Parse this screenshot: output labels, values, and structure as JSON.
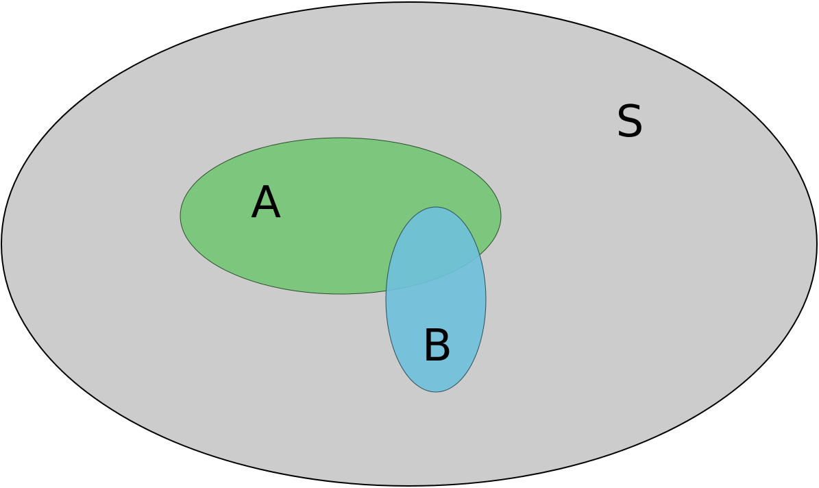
{
  "diagram": {
    "type": "venn",
    "sets": [
      {
        "id": "S",
        "label": "S",
        "role": "universal set",
        "fill": "#cccccc",
        "stroke": "#000000"
      },
      {
        "id": "A",
        "label": "A",
        "role": "subset",
        "fill": "#7dc67e",
        "stroke": "#2b4d2b"
      },
      {
        "id": "B",
        "label": "B",
        "role": "subset",
        "fill": "#6fc0dc",
        "stroke": "#2b4d55",
        "opacity": 0.9
      }
    ],
    "relations": {
      "A_overlaps_B": true,
      "A_subset_of_S": true,
      "B_subset_of_S": true
    }
  }
}
